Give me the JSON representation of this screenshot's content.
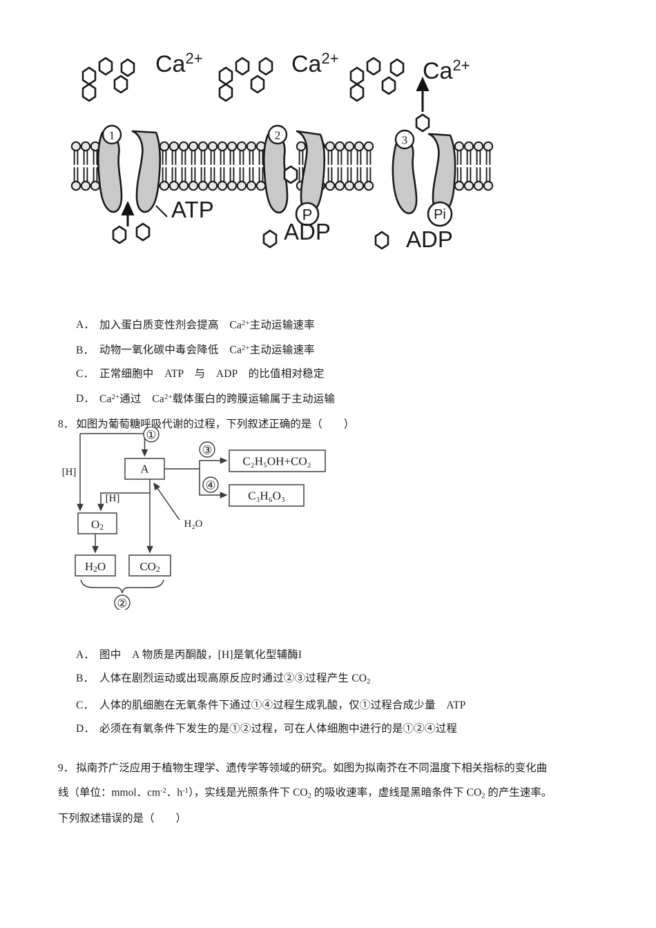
{
  "figure_membrane": {
    "caption_ions": [
      "Ca",
      "Ca2+",
      "Ca²⁺"
    ],
    "ion_label_1": "Ca",
    "ion_label_2": "Ca",
    "ion_label_3": "Ca",
    "ion_charge": "2+",
    "carrier_numbers": [
      "1",
      "2",
      "3"
    ],
    "energy_labels": {
      "atp": "ATP",
      "p": "P",
      "adp_middle": "ADP",
      "pi": "Pi",
      "adp_right": "ADP"
    }
  },
  "question7": {
    "options": [
      {
        "label": "A．",
        "text_before": "加入蛋白质变性剂会提高　",
        "ion": "Ca",
        "charge": "2+",
        "text_after": "主动运输速率"
      },
      {
        "label": "B．",
        "text_before": "动物一氧化碳中毒会降低　",
        "ion": "Ca",
        "charge": "2+",
        "text_after": "主动运输速率"
      },
      {
        "label": "C．",
        "text_plain": "正常细胞中　ATP　与　ADP　的比值相对稳定"
      },
      {
        "label": "D．",
        "text_before": "",
        "ion": "Ca",
        "charge": "2+",
        "text_mid": "通过　",
        "ion2": "Ca",
        "charge2": "2+",
        "text_after": "载体蛋白的跨膜运输属于主动运输"
      }
    ]
  },
  "question8": {
    "number": "8．",
    "stem": "如图为葡萄糖呼吸代谢的过程，下列叙述正确的是（　　）",
    "diagram": {
      "box_a": "A",
      "box_o2": "O",
      "box_o2_sub": "2",
      "box_h2o": "H",
      "box_h2o_sub": "2",
      "box_h2o_tail": "O",
      "box_co2": "CO",
      "box_co2_sub": "2",
      "product_ethanol": "C₂H₅OH+CO₂",
      "product_lactate": "C₃H₆O₃",
      "h_bracket_left": "[H]",
      "h_bracket_mid": "[H]",
      "water_input": "H₂O",
      "step_1": "①",
      "step_2": "②",
      "step_3": "③",
      "step_4": "④"
    },
    "options": [
      {
        "label": "A．",
        "text": "图中　A 物质是丙酮酸，[H]是氧化型辅酶I"
      },
      {
        "label": "B．",
        "text_before": "人体在剧烈运动或出现高原反应时通过②③过程产生 ",
        "formula": "CO",
        "formula_sub": "2",
        "text_after": ""
      },
      {
        "label": "C．",
        "text": "人体的肌细胞在无氧条件下通过①④过程生成乳酸，仅①过程合成少量　ATP"
      },
      {
        "label": "D．",
        "text": "必须在有氧条件下发生的是①②过程，可在人体细胞中进行的是①②④过程"
      }
    ]
  },
  "question9": {
    "number": "9．",
    "line1": "拟南芥广泛应用于植物生理学、遗传学等领域的研究。如图为拟南芥在不同温度下相关指标的变化曲",
    "line2_a": "线（单位：mmol．cm",
    "line2_sup1": "-2",
    "line2_b": "．h",
    "line2_sup2": "-1",
    "line2_c": "），实线是光照条件下 ",
    "line2_co2a": "CO",
    "line2_co2a_sub": "2",
    "line2_d": " 的吸收速率，虚线是黑暗条件下 ",
    "line2_co2b": "CO",
    "line2_co2b_sub": "2",
    "line2_e": " 的产生速率。",
    "line3": "下列叙述错误的是（　　）"
  }
}
